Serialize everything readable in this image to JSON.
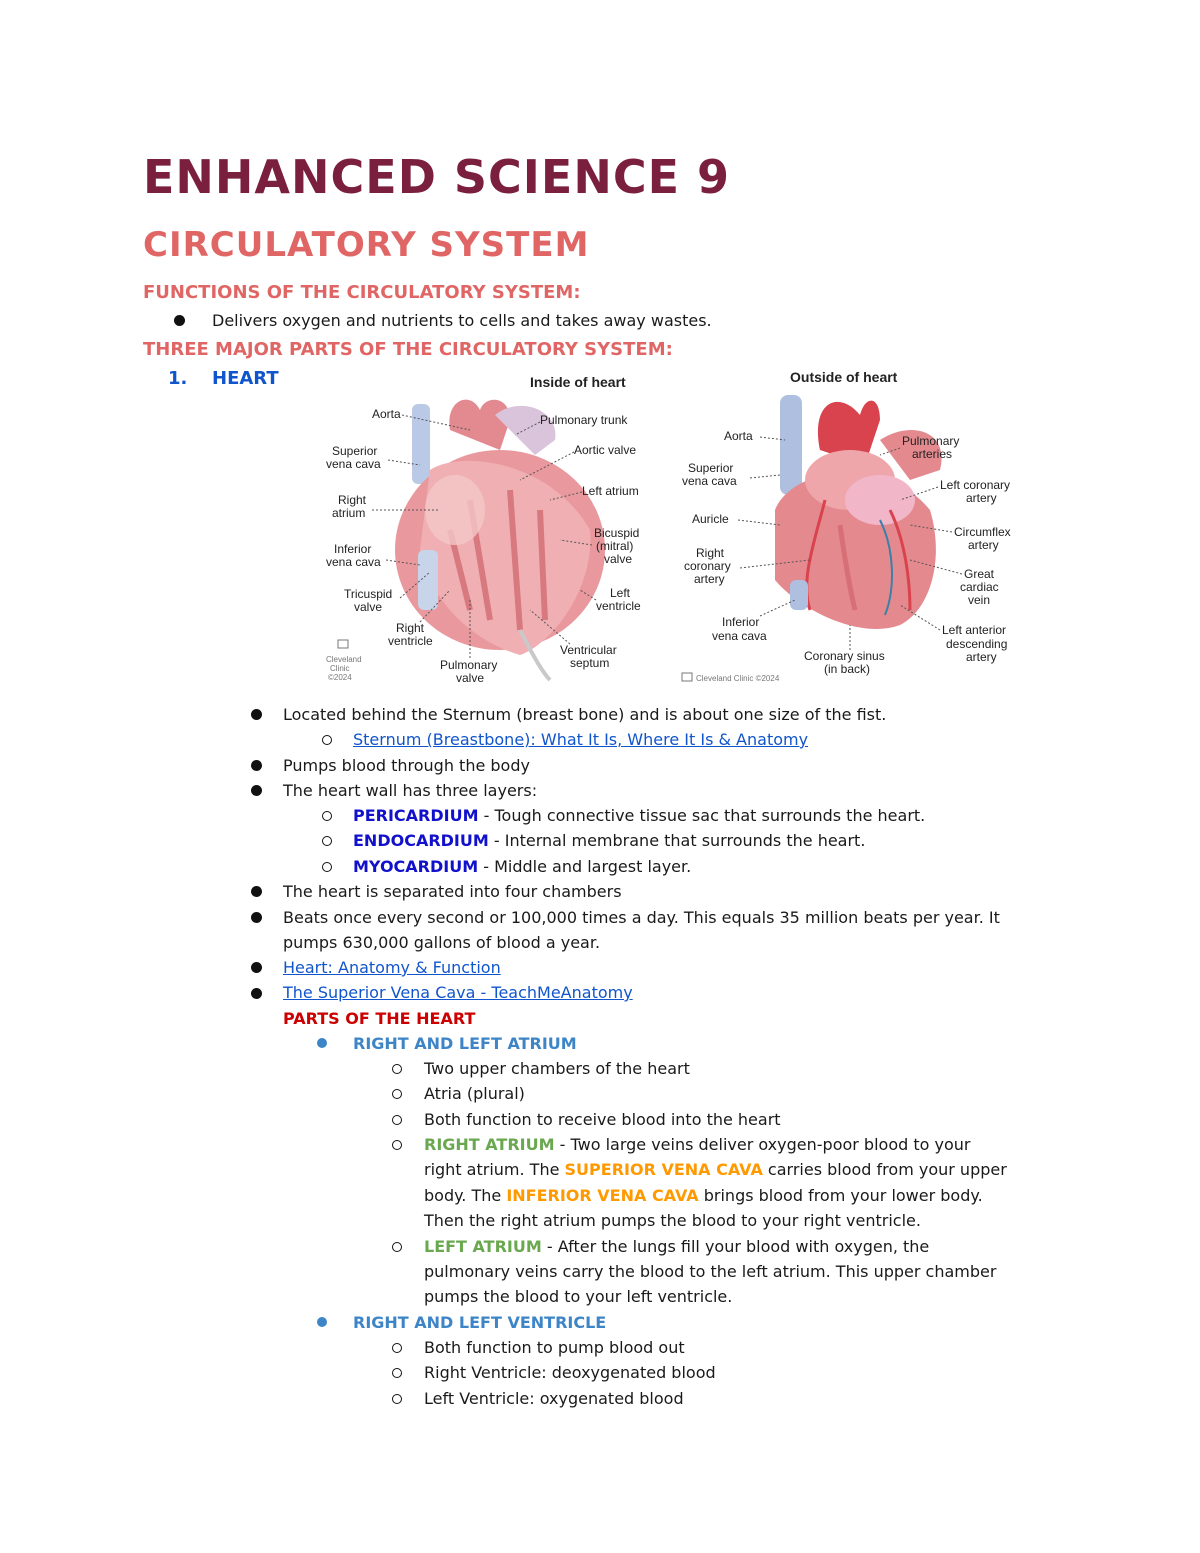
{
  "doc": {
    "title": "ENHANCED SCIENCE 9",
    "subtitle": "CIRCULATORY SYSTEM",
    "functions_heading": "FUNCTIONS OF THE CIRCULATORY SYSTEM:",
    "functions_bullet": "Delivers oxygen and nutrients to cells and takes away wastes.",
    "parts_heading": "THREE MAJOR PARTS OF THE CIRCULATORY SYSTEM:",
    "heart_number": "1.",
    "heart_label": "HEART"
  },
  "figure": {
    "inside_title": "Inside of heart",
    "outside_title": "Outside of heart",
    "inside_labels": {
      "aorta": "Aorta",
      "svc1": "Superior",
      "svc2": "vena cava",
      "ra1": "Right",
      "ra2": "atrium",
      "ivc1": "Inferior",
      "ivc2": "vena cava",
      "tri1": "Tricuspid",
      "tri2": "valve",
      "rv1": "Right",
      "rv2": "ventricle",
      "pv1": "Pulmonary",
      "pv2": "valve",
      "pt": "Pulmonary trunk",
      "av": "Aortic valve",
      "la": "Left atrium",
      "bi1": "Bicuspid",
      "bi2": "(mitral)",
      "bi3": "valve",
      "lv1": "Left",
      "lv2": "ventricle",
      "vs1": "Ventricular",
      "vs2": "septum",
      "cc1": "Cleveland",
      "cc2": "Clinic",
      "cc3": "©2024"
    },
    "outside_labels": {
      "aorta": "Aorta",
      "svc1": "Superior",
      "svc2": "vena cava",
      "auricle": "Auricle",
      "rca1": "Right",
      "rca2": "coronary",
      "rca3": "artery",
      "ivc1": "Inferior",
      "ivc2": "vena cava",
      "pa1": "Pulmonary",
      "pa2": "arteries",
      "lca1": "Left coronary",
      "lca2": "artery",
      "cx1": "Circumflex",
      "cx2": "artery",
      "gcv1": "Great",
      "gcv2": "cardiac",
      "gcv3": "vein",
      "lad1": "Left anterior",
      "lad2": "descending",
      "lad3": "artery",
      "cs1": "Coronary sinus",
      "cs2": "(in back)",
      "cc": "Cleveland Clinic ©2024"
    },
    "colors": {
      "heart": "#e48a8f",
      "heart_dark": "#c9545e",
      "vein": "#aebfe0",
      "vessel_red": "#d9434e"
    }
  },
  "heart_bullets": {
    "b1": "Located behind the Sternum (breast bone) and is about one size of the fist.",
    "b1_link": "Sternum (Breastbone): What It Is, Where It Is & Anatomy",
    "b2": "Pumps blood through the body",
    "b3": "The heart wall has three layers:",
    "layer1_term": "PERICARDIUM",
    "layer1_desc": " - Tough connective tissue sac that surrounds the heart.",
    "layer2_term": "ENDOCARDIUM",
    "layer2_desc": " - Internal membrane that surrounds the heart.",
    "layer3_term": "MYOCARDIUM",
    "layer3_desc": " - Middle and largest layer.",
    "b4": "The heart is separated into four chambers",
    "b5_line1": "Beats once every second or 100,000 times a day. This equals 35 million beats per year. It",
    "b5_line2": "pumps 630,000 gallons of blood a year.",
    "link2": "Heart: Anatomy & Function",
    "link3": "The Superior Vena Cava - TeachMeAnatomy"
  },
  "parts": {
    "heading": "PARTS OF THE HEART",
    "atrium_heading": "RIGHT AND LEFT ATRIUM",
    "a1": "Two upper chambers of the heart",
    "a2": "Atria (plural)",
    "a3": "Both function to receive blood into the heart",
    "ra_term": "RIGHT ATRIUM",
    "ra_l1": " - Two large veins deliver oxygen-poor blood to your",
    "ra_l2a": "right atrium. The ",
    "svc_term": "SUPERIOR VENA CAVA",
    "ra_l2b": " carries blood from your upper",
    "ra_l3a": "body. The ",
    "ivc_term": "INFERIOR VENA CAVA",
    "ra_l3b": " brings blood from your lower body.",
    "ra_l4": "Then the right atrium pumps the blood to your right ventricle.",
    "la_term": "LEFT ATRIUM",
    "la_l1": " - After the lungs fill your blood with oxygen, the",
    "la_l2": "pulmonary veins carry the blood to the left atrium. This upper chamber",
    "la_l3": "pumps the blood to your left ventricle.",
    "ventricle_heading": "RIGHT AND LEFT VENTRICLE",
    "v1": "Both function to pump blood out",
    "v2": "Right Ventricle: deoxygenated blood",
    "v3": "Left Ventricle: oxygenated blood"
  }
}
